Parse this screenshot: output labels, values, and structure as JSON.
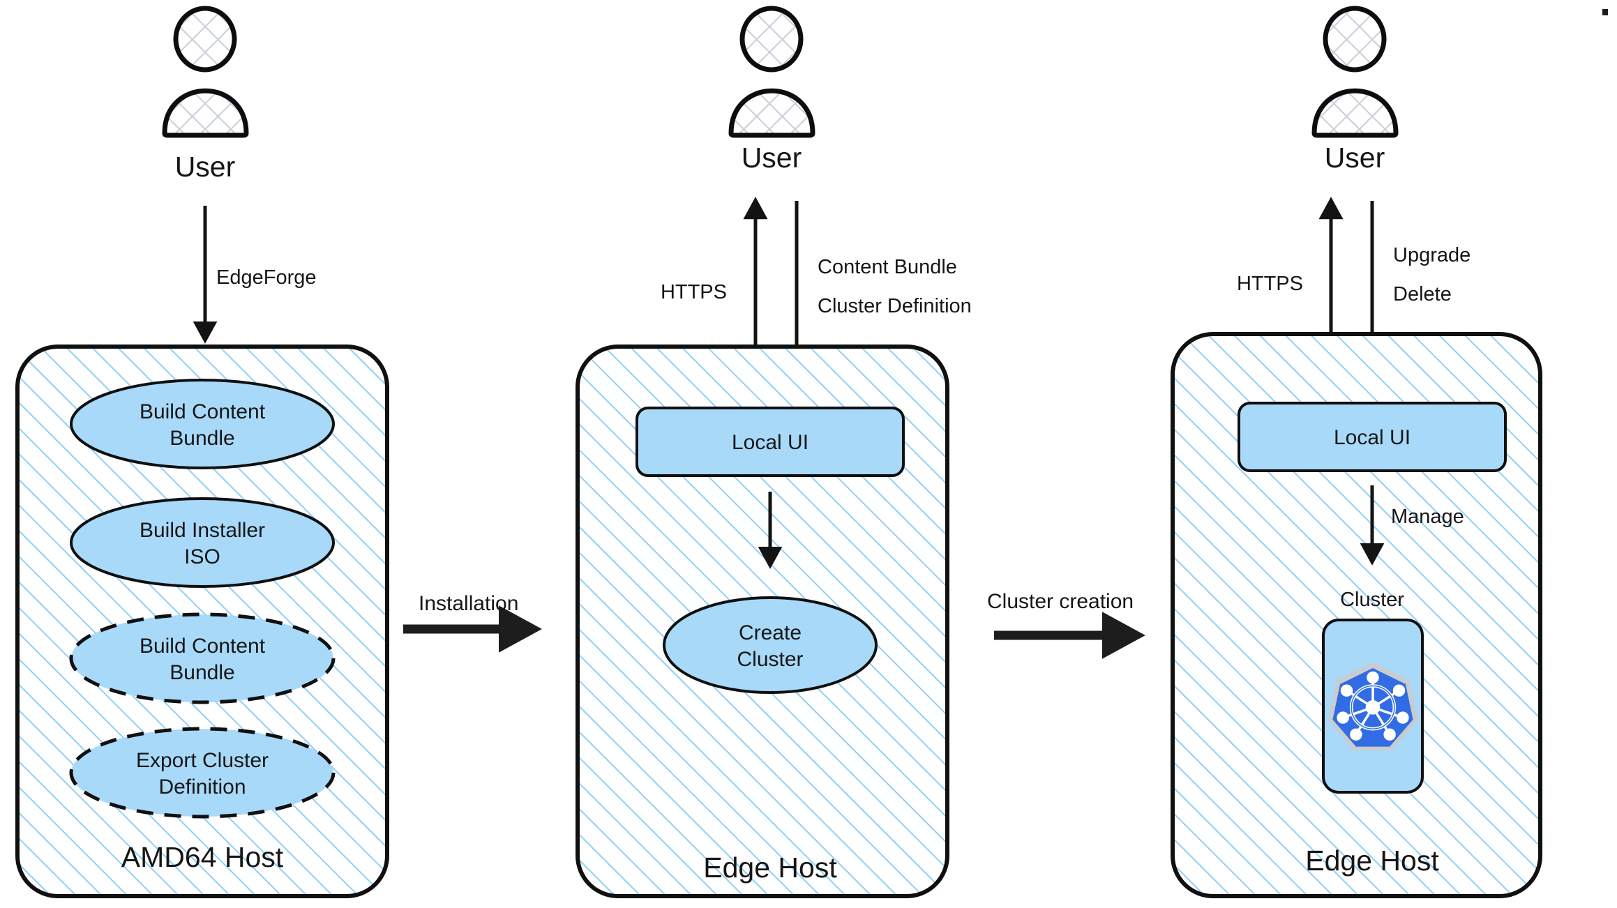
{
  "diagram": {
    "title": "Palette Edge deployment flow",
    "colors": {
      "node_fill": "#a8d9f9",
      "hatch_line": "#8fd0f5",
      "outline": "#101010",
      "k8s_blue": "#326ce5",
      "cluster_box_fill": "#a8d9f9"
    }
  },
  "stages": [
    {
      "id": "stage-1",
      "actor_label": "User",
      "actor_arrow_label": "EdgeForge",
      "host_label": "AMD64 Host",
      "nodes": [
        {
          "id": "build-content-bundle-1",
          "label_line1": "Build Content",
          "label_line2": "Bundle",
          "style": "solid"
        },
        {
          "id": "build-installer-iso",
          "label_line1": "Build Installer",
          "label_line2": "ISO",
          "style": "solid"
        },
        {
          "id": "build-content-bundle-2",
          "label_line1": "Build Content",
          "label_line2": "Bundle",
          "style": "dashed"
        },
        {
          "id": "export-cluster-def",
          "label_line1": "Export Cluster",
          "label_line2": "Definition",
          "style": "dashed"
        }
      ]
    },
    {
      "id": "stage-2",
      "actor_label": "User",
      "up_arrow_label": "HTTPS",
      "down_arrow_label_line1": "Content Bundle",
      "down_arrow_label_line2": "Cluster Definition",
      "host_label": "Edge Host",
      "ui_label": "Local UI",
      "action_label_line1": "Create",
      "action_label_line2": "Cluster"
    },
    {
      "id": "stage-3",
      "actor_label": "User",
      "up_arrow_label": "HTTPS",
      "down_arrow_label_line1": "Upgrade",
      "down_arrow_label_line2": "Delete",
      "host_label": "Edge Host",
      "ui_label": "Local UI",
      "manage_label": "Manage",
      "cluster_label": "Cluster",
      "cluster_icon": "kubernetes-icon"
    }
  ],
  "transitions": [
    {
      "id": "transition-installation",
      "label": "Installation"
    },
    {
      "id": "transition-cluster-creation",
      "label": "Cluster creation"
    }
  ]
}
